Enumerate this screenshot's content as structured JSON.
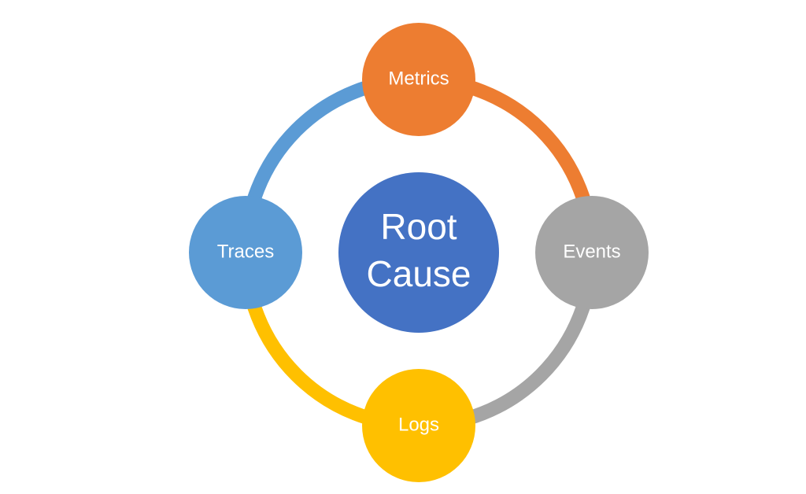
{
  "center": {
    "line1": "Root",
    "line2": "Cause",
    "color": "#4472C4"
  },
  "nodes": {
    "metrics": {
      "label": "Metrics",
      "color": "#ED7D31"
    },
    "events": {
      "label": "Events",
      "color": "#A5A5A5"
    },
    "logs": {
      "label": "Logs",
      "color": "#FFC000"
    },
    "traces": {
      "label": "Traces",
      "color": "#5B9BD5"
    }
  },
  "ring_segments": {
    "metrics_to_events": "#ED7D31",
    "events_to_logs": "#A5A5A5",
    "logs_to_traces": "#FFC000",
    "traces_to_metrics": "#5B9BD5"
  }
}
